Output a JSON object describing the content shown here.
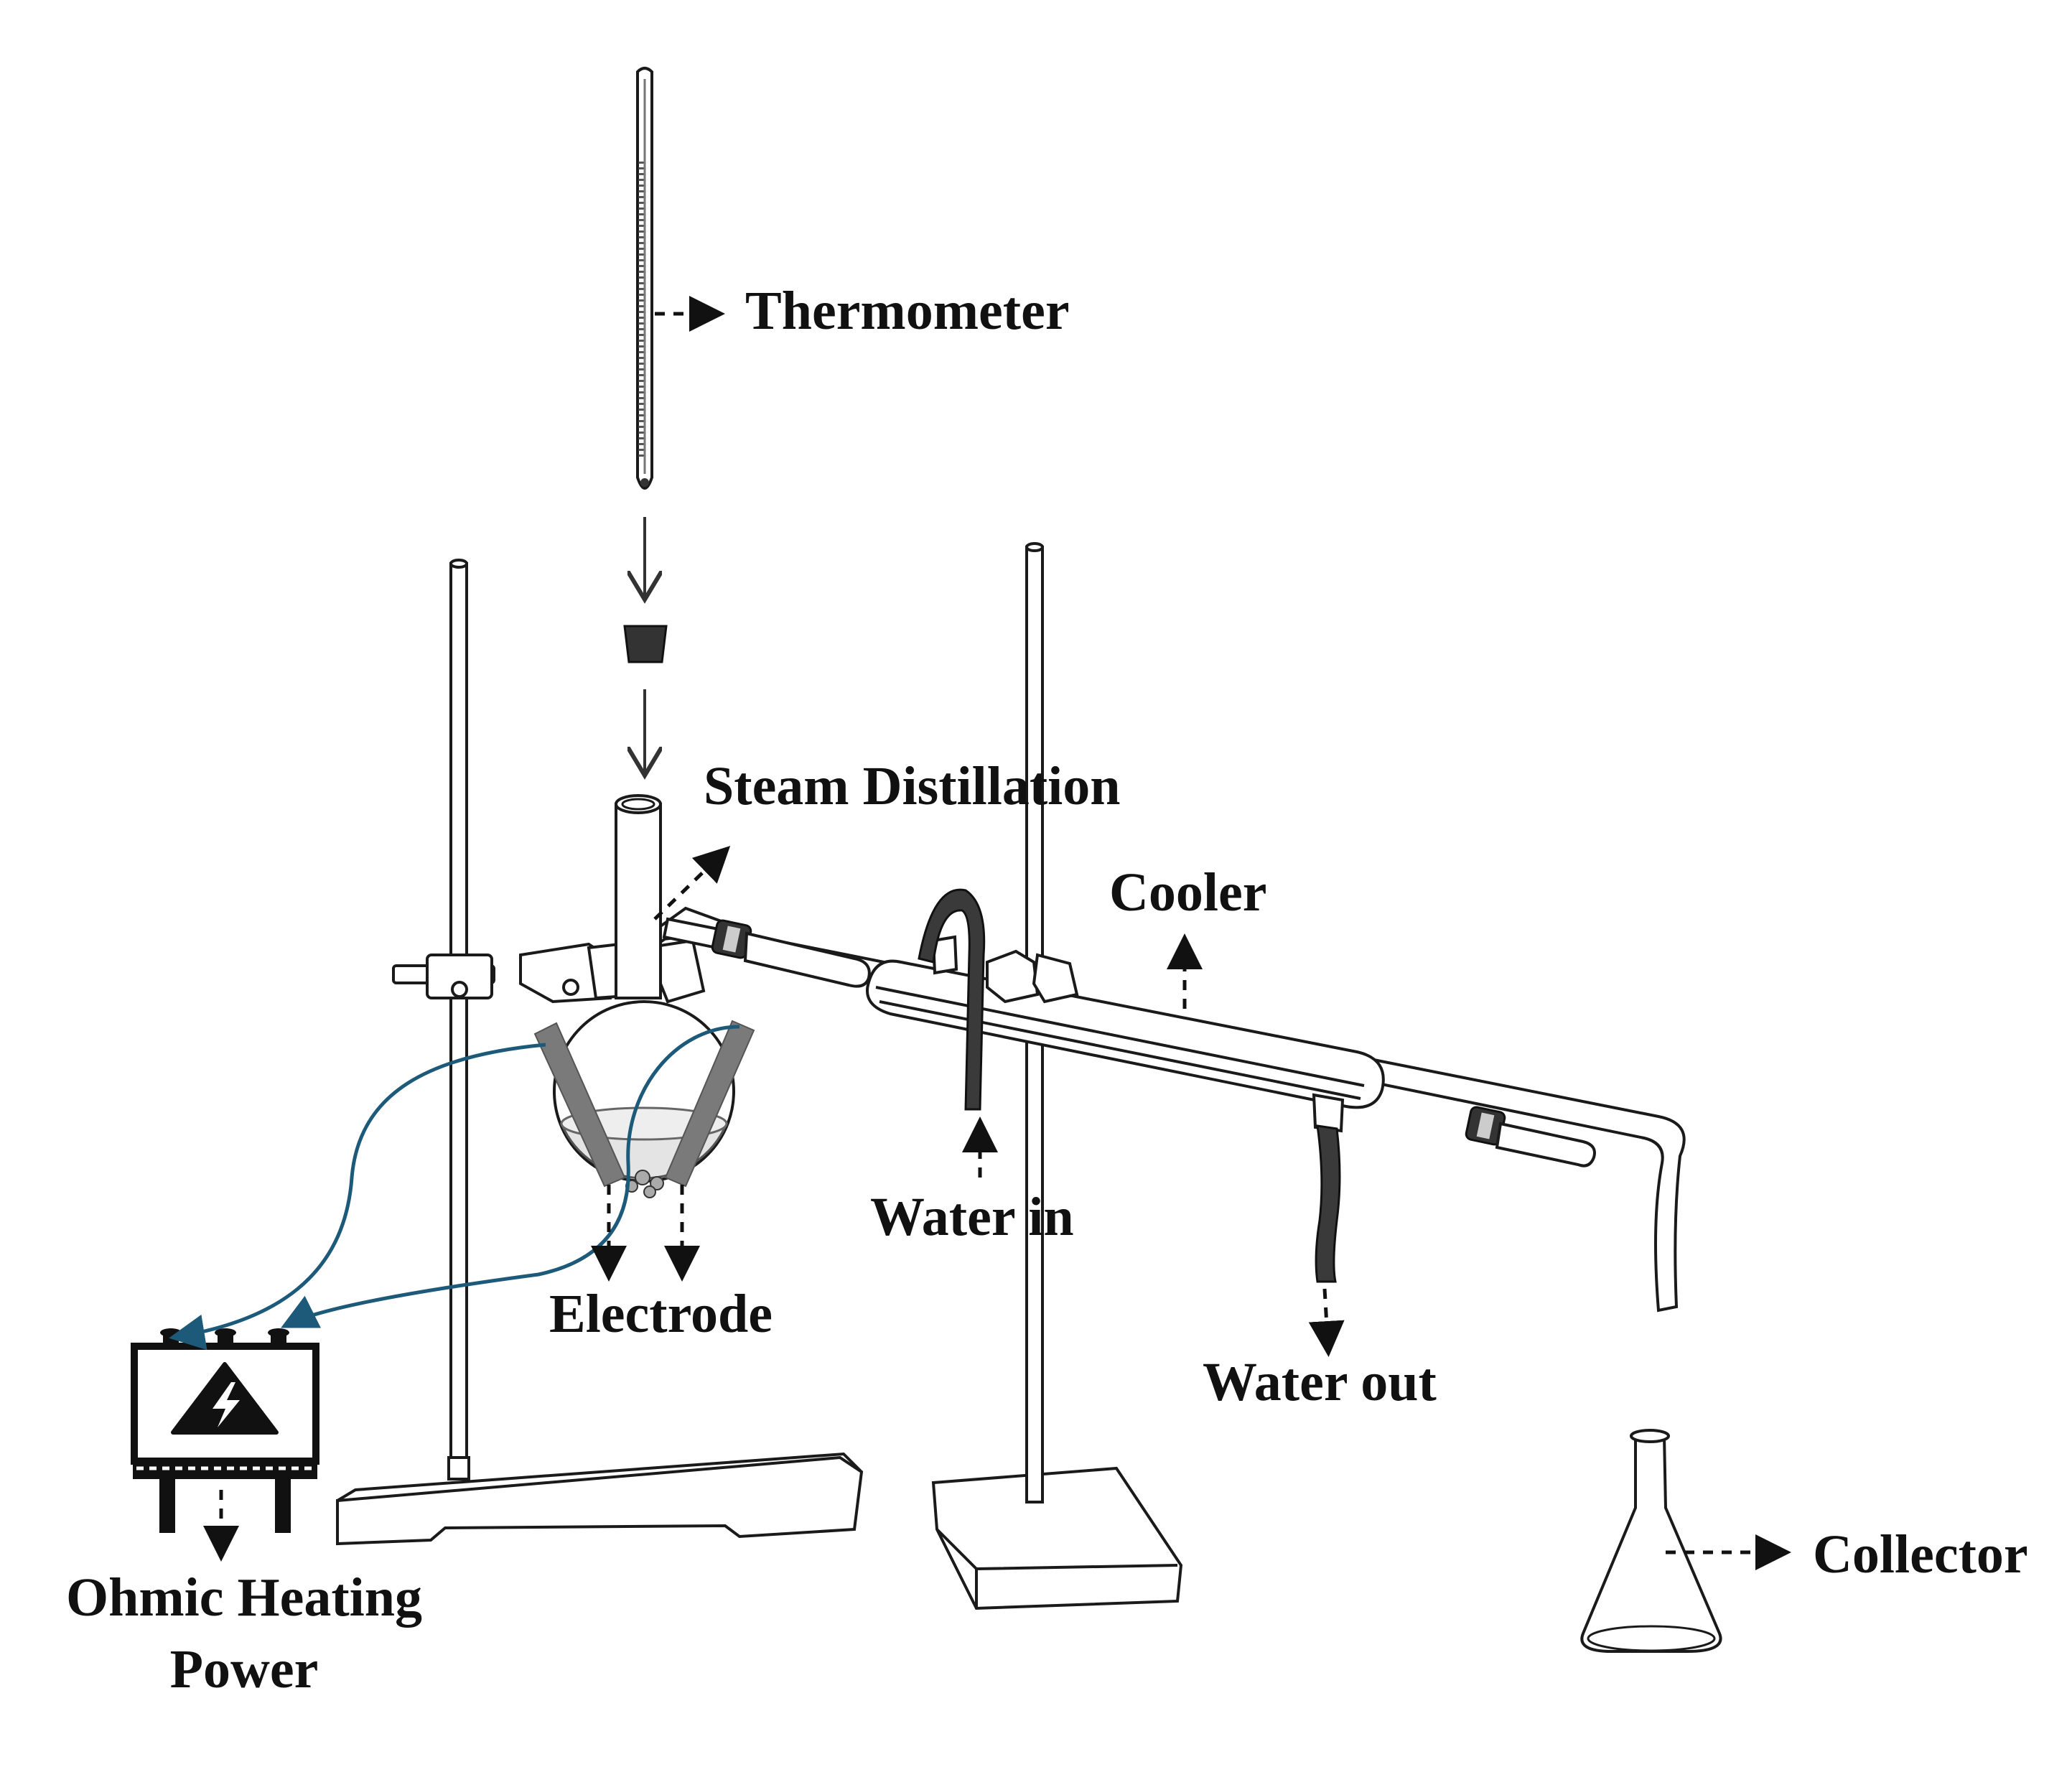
{
  "labels": {
    "thermometer": "Thermometer",
    "steam_distillation": "Steam Distillation",
    "cooler": "Cooler",
    "water_in": "Water in",
    "water_out": "Water out",
    "electrode": "Electrode",
    "collector": "Collector",
    "power_line1": "Ohmic Heating",
    "power_line2": "Power"
  },
  "colors": {
    "wire": "#1d5a7a",
    "electrode": "#777777",
    "hose": "#3a3a3a",
    "power_box": "#111111"
  },
  "icons": {
    "power_symbol": "high-voltage-icon"
  }
}
